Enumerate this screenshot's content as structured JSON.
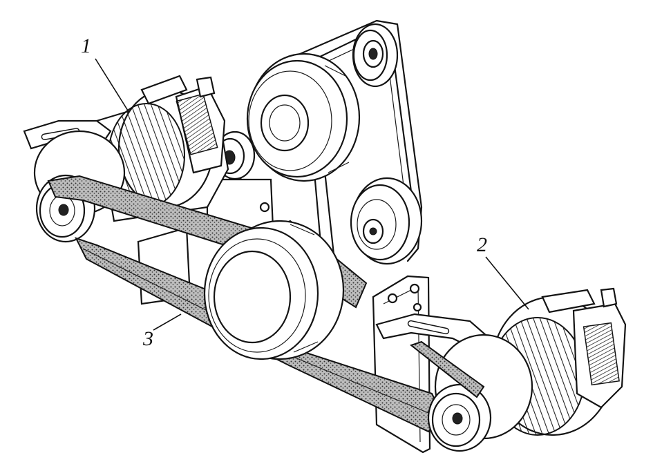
{
  "figure": {
    "callouts": [
      {
        "id": "1",
        "text": "1"
      },
      {
        "id": "2",
        "text": "2"
      },
      {
        "id": "3",
        "text": "3"
      }
    ],
    "ink_color": "#141414",
    "paper_color": "#ffffff"
  }
}
